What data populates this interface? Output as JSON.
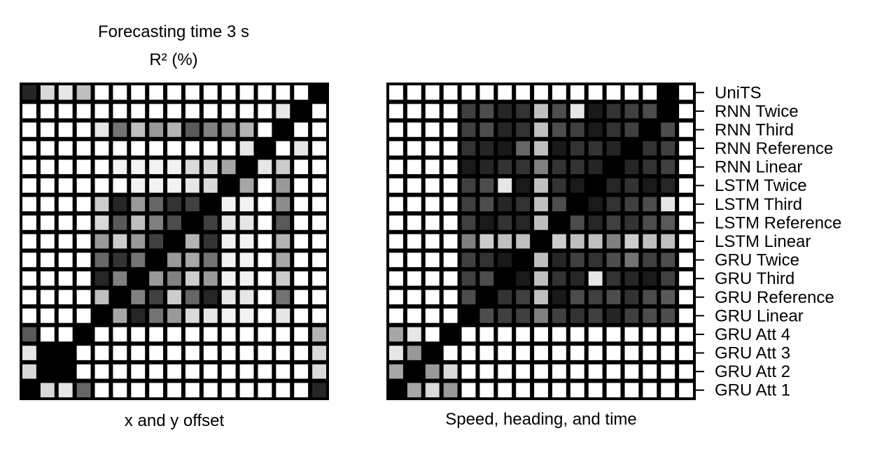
{
  "figure": {
    "title_line1": "Forecasting time 3 s",
    "title_line2": "R² (%)"
  },
  "chart_data": [
    {
      "type": "heatmap",
      "xlabel": "x and y offset",
      "rows": [
        "UniTS",
        "RNN Twice",
        "RNN Third",
        "RNN Reference",
        "RNN Linear",
        "LSTM Twice",
        "LSTM Third",
        "LSTM Reference",
        "LSTM Linear",
        "GRU Twice",
        "GRU Third",
        "GRU Reference",
        "GRU Linear",
        "GRU Att 4",
        "GRU Att 3",
        "GRU Att 2",
        "GRU Att 1"
      ],
      "scale": "0 = black, 1 = white",
      "values": [
        [
          0.15,
          0.85,
          0.9,
          0.75,
          1,
          1,
          1,
          1,
          1,
          1,
          1,
          1,
          1,
          1,
          1,
          1,
          0
        ],
        [
          1,
          1,
          1,
          1,
          1,
          1,
          1,
          1,
          1,
          1,
          1,
          1,
          1,
          1,
          0.9,
          0,
          1
        ],
        [
          1,
          1,
          1,
          1,
          0.9,
          0.45,
          0.75,
          0.6,
          0.7,
          0.35,
          0.5,
          0.55,
          0.7,
          1,
          0,
          1,
          1
        ],
        [
          1,
          1,
          1,
          1,
          1,
          1,
          1,
          1,
          1,
          1,
          1,
          1,
          0.9,
          0,
          1,
          0.9,
          1
        ],
        [
          1,
          1,
          1,
          1,
          1,
          0.95,
          0.95,
          0.95,
          0.95,
          0.85,
          0.85,
          0.65,
          0,
          0.9,
          0.8,
          1,
          1
        ],
        [
          1,
          1,
          1,
          1,
          1,
          1,
          0.95,
          0.95,
          0.95,
          0.9,
          0.85,
          0,
          0.65,
          1,
          0.6,
          1,
          1
        ],
        [
          1,
          1,
          1,
          1,
          0.8,
          0.15,
          0.6,
          0.4,
          0.2,
          0.25,
          0,
          0.95,
          0.95,
          1,
          0.55,
          1,
          1
        ],
        [
          1,
          1,
          1,
          1,
          0.85,
          0.35,
          0.75,
          0.5,
          0.3,
          0,
          0.25,
          0.9,
          0.9,
          1,
          0.35,
          1,
          1
        ],
        [
          1,
          1,
          1,
          1,
          0.6,
          0.8,
          0.6,
          0.25,
          0,
          0.7,
          0.2,
          0.95,
          0.95,
          1,
          0.7,
          1,
          1
        ],
        [
          1,
          1,
          1,
          1,
          0.4,
          0.2,
          0.45,
          0,
          0.6,
          0.65,
          0.45,
          0.95,
          0.95,
          1,
          0.65,
          1,
          1
        ],
        [
          1,
          1,
          1,
          1,
          0.15,
          0.5,
          0,
          0.6,
          0.5,
          0.8,
          0.6,
          0.95,
          0.95,
          1,
          0.8,
          1,
          1
        ],
        [
          1,
          1,
          1,
          1,
          0.75,
          0,
          0.5,
          0.25,
          0.8,
          0.4,
          0.15,
          0.9,
          0.9,
          1,
          0.45,
          1,
          1
        ],
        [
          1,
          1,
          1,
          1,
          0,
          0.65,
          0.15,
          0.45,
          0.6,
          0.85,
          0.9,
          0.95,
          0.95,
          1,
          0.9,
          1,
          1
        ],
        [
          0.35,
          1,
          1,
          0,
          1,
          1,
          1,
          1,
          1,
          1,
          1,
          1,
          1,
          1,
          1,
          1,
          0.7
        ],
        [
          0.9,
          0,
          0,
          1,
          1,
          1,
          1,
          1,
          1,
          1,
          1,
          1,
          1,
          1,
          1,
          1,
          0.85
        ],
        [
          0.85,
          0,
          0,
          1,
          1,
          1,
          1,
          1,
          1,
          1,
          1,
          1,
          1,
          1,
          1,
          1,
          0.85
        ],
        [
          0,
          0.85,
          0.9,
          0.4,
          1,
          1,
          1,
          1,
          1,
          1,
          1,
          1,
          1,
          1,
          1,
          1,
          0.15
        ]
      ]
    },
    {
      "type": "heatmap",
      "xlabel": "Speed, heading, and time",
      "rows": [
        "UniTS",
        "RNN Twice",
        "RNN Third",
        "RNN Reference",
        "RNN Linear",
        "LSTM Twice",
        "LSTM Third",
        "LSTM Reference",
        "LSTM Linear",
        "GRU Twice",
        "GRU Third",
        "GRU Reference",
        "GRU Linear",
        "GRU Att 4",
        "GRU Att 3",
        "GRU Att 2",
        "GRU Att 1"
      ],
      "scale": "0 = black, 1 = white",
      "values": [
        [
          1,
          1,
          1,
          1,
          1,
          1,
          1,
          1,
          1,
          1,
          1,
          1,
          1,
          1,
          1,
          0,
          1
        ],
        [
          1,
          1,
          1,
          1,
          0.25,
          0.3,
          0.15,
          0.2,
          0.75,
          0.3,
          0.9,
          0.1,
          0.2,
          0.25,
          0.3,
          0,
          1
        ],
        [
          1,
          1,
          1,
          1,
          0.25,
          0.3,
          0.15,
          0.2,
          0.75,
          0.3,
          0.25,
          0.1,
          0.2,
          0.25,
          0,
          0.3,
          1
        ],
        [
          1,
          1,
          1,
          1,
          0.2,
          0.15,
          0.1,
          0.4,
          0.75,
          0.1,
          0.2,
          0.2,
          0.15,
          0,
          0.2,
          0.25,
          1
        ],
        [
          1,
          1,
          1,
          1,
          0.1,
          0.15,
          0.2,
          0.2,
          0.5,
          0.2,
          0.2,
          0.15,
          0,
          0.15,
          0.2,
          0.25,
          1
        ],
        [
          1,
          1,
          1,
          1,
          0.25,
          0.3,
          0.9,
          0.1,
          0.75,
          0.2,
          0.1,
          0,
          0.15,
          0.2,
          0.1,
          0.15,
          1
        ],
        [
          1,
          1,
          1,
          1,
          0.25,
          0.3,
          0.15,
          0.2,
          0.75,
          0.3,
          0,
          0.1,
          0.2,
          0.25,
          0.3,
          0.9,
          1
        ],
        [
          1,
          1,
          1,
          1,
          0.25,
          0.1,
          0.2,
          0.15,
          0.75,
          0,
          0.3,
          0.15,
          0.25,
          0.2,
          0.3,
          0.35,
          1
        ],
        [
          1,
          1,
          1,
          1,
          0.5,
          0.8,
          0.75,
          0.75,
          0,
          0.8,
          0.75,
          0.75,
          0.5,
          0.8,
          0.75,
          0.75,
          1
        ],
        [
          1,
          1,
          1,
          1,
          0.25,
          0.2,
          0.1,
          0,
          0.75,
          0.15,
          0.25,
          0.2,
          0.3,
          0.45,
          0.25,
          0.3,
          1
        ],
        [
          1,
          1,
          1,
          1,
          0.25,
          0.3,
          0,
          0.1,
          0.75,
          0.2,
          0.15,
          0.9,
          0.2,
          0.15,
          0.1,
          0.25,
          1
        ],
        [
          1,
          1,
          1,
          1,
          0.3,
          0,
          0.2,
          0.25,
          0.75,
          0.1,
          0.3,
          0.25,
          0.3,
          0.2,
          0.3,
          0.35,
          1
        ],
        [
          1,
          1,
          1,
          1,
          0,
          0.3,
          0.25,
          0.25,
          0.5,
          0.25,
          0.2,
          0.25,
          0.15,
          0.25,
          0.3,
          0.3,
          1
        ],
        [
          0.65,
          0.9,
          1,
          0,
          1,
          1,
          1,
          1,
          1,
          1,
          1,
          1,
          1,
          1,
          1,
          1,
          1
        ],
        [
          0.9,
          0.6,
          0,
          1,
          1,
          1,
          1,
          1,
          1,
          1,
          1,
          1,
          1,
          1,
          1,
          1,
          1
        ],
        [
          0.65,
          0,
          0.6,
          0.85,
          1,
          1,
          1,
          1,
          1,
          1,
          1,
          1,
          1,
          1,
          1,
          1,
          1
        ],
        [
          0,
          0.65,
          0.85,
          0.6,
          1,
          1,
          1,
          1,
          1,
          1,
          1,
          1,
          1,
          1,
          1,
          1,
          1
        ]
      ]
    }
  ]
}
